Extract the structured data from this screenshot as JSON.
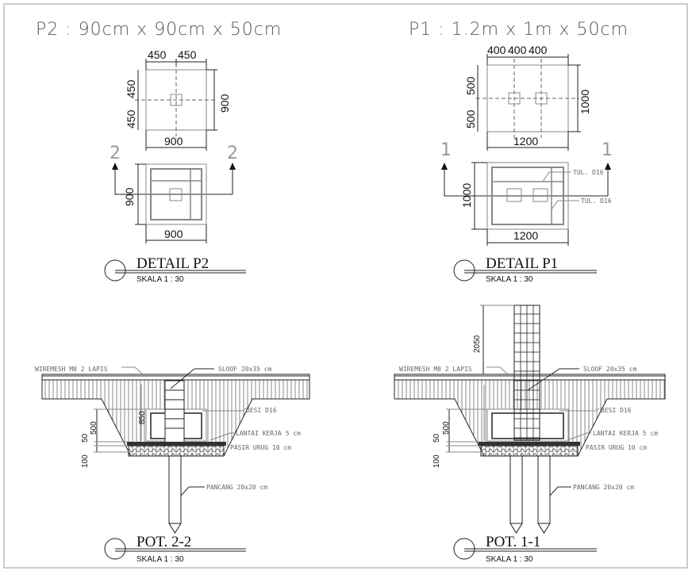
{
  "titles": {
    "p2": "P2 : 90cm x 90cm x 50cm",
    "p1": "P1 : 1.2m x 1m x 50cm"
  },
  "p2_plan": {
    "top_dim_a": "450",
    "top_dim_b": "450",
    "left_dim_a": "450",
    "left_dim_b": "450",
    "right_dim": "900",
    "bottom_dim": "900",
    "section_mark": "2",
    "detail_left_dim": "900",
    "detail_bottom_dim": "900",
    "label": "DETAIL P2",
    "scale": "SKALA 1 : 30"
  },
  "p1_plan": {
    "top_dim_a": "400",
    "top_dim_b": "400",
    "top_dim_c": "400",
    "left_dim_a": "500",
    "left_dim_b": "500",
    "right_dim": "1000",
    "bottom_dim": "1200",
    "section_mark": "1",
    "detail_left_dim": "1000",
    "detail_bottom_dim": "1200",
    "rebar_note_1": "TUL. D16",
    "rebar_note_2": "TUL. D16",
    "label": "DETAIL P1",
    "scale": "SKALA 1 : 30"
  },
  "sections": [
    {
      "label": "POT. 2-2",
      "scale": "SKALA 1 : 30",
      "wiremesh": "WIREMESH M8 2 LAPIS",
      "sloof": "SLOOF 20x35 cm",
      "besi": "BESI D16",
      "lantai": "LANTAI KERJA 5 cm",
      "pasir": "PASIR URUG 10 cm",
      "pancang": "PANCANG 20x20 cm",
      "dim_850": "850",
      "dim_500": "500",
      "dim_50": "50",
      "dim_100": "100"
    },
    {
      "label": "POT. 1-1",
      "scale": "SKALA 1 : 30",
      "wiremesh": "WIREMESH M8 2 LAPIS",
      "sloof": "SLOOF 20x35 cm",
      "besi": "BESI D16",
      "lantai": "LANTAI KERJA 5 cm",
      "pasir": "PASIR URUG 10 cm",
      "pancang": "PANCANG 20x20 cm",
      "dim_2050": "2050",
      "dim_500": "500",
      "dim_50": "50",
      "dim_100": "100"
    }
  ]
}
